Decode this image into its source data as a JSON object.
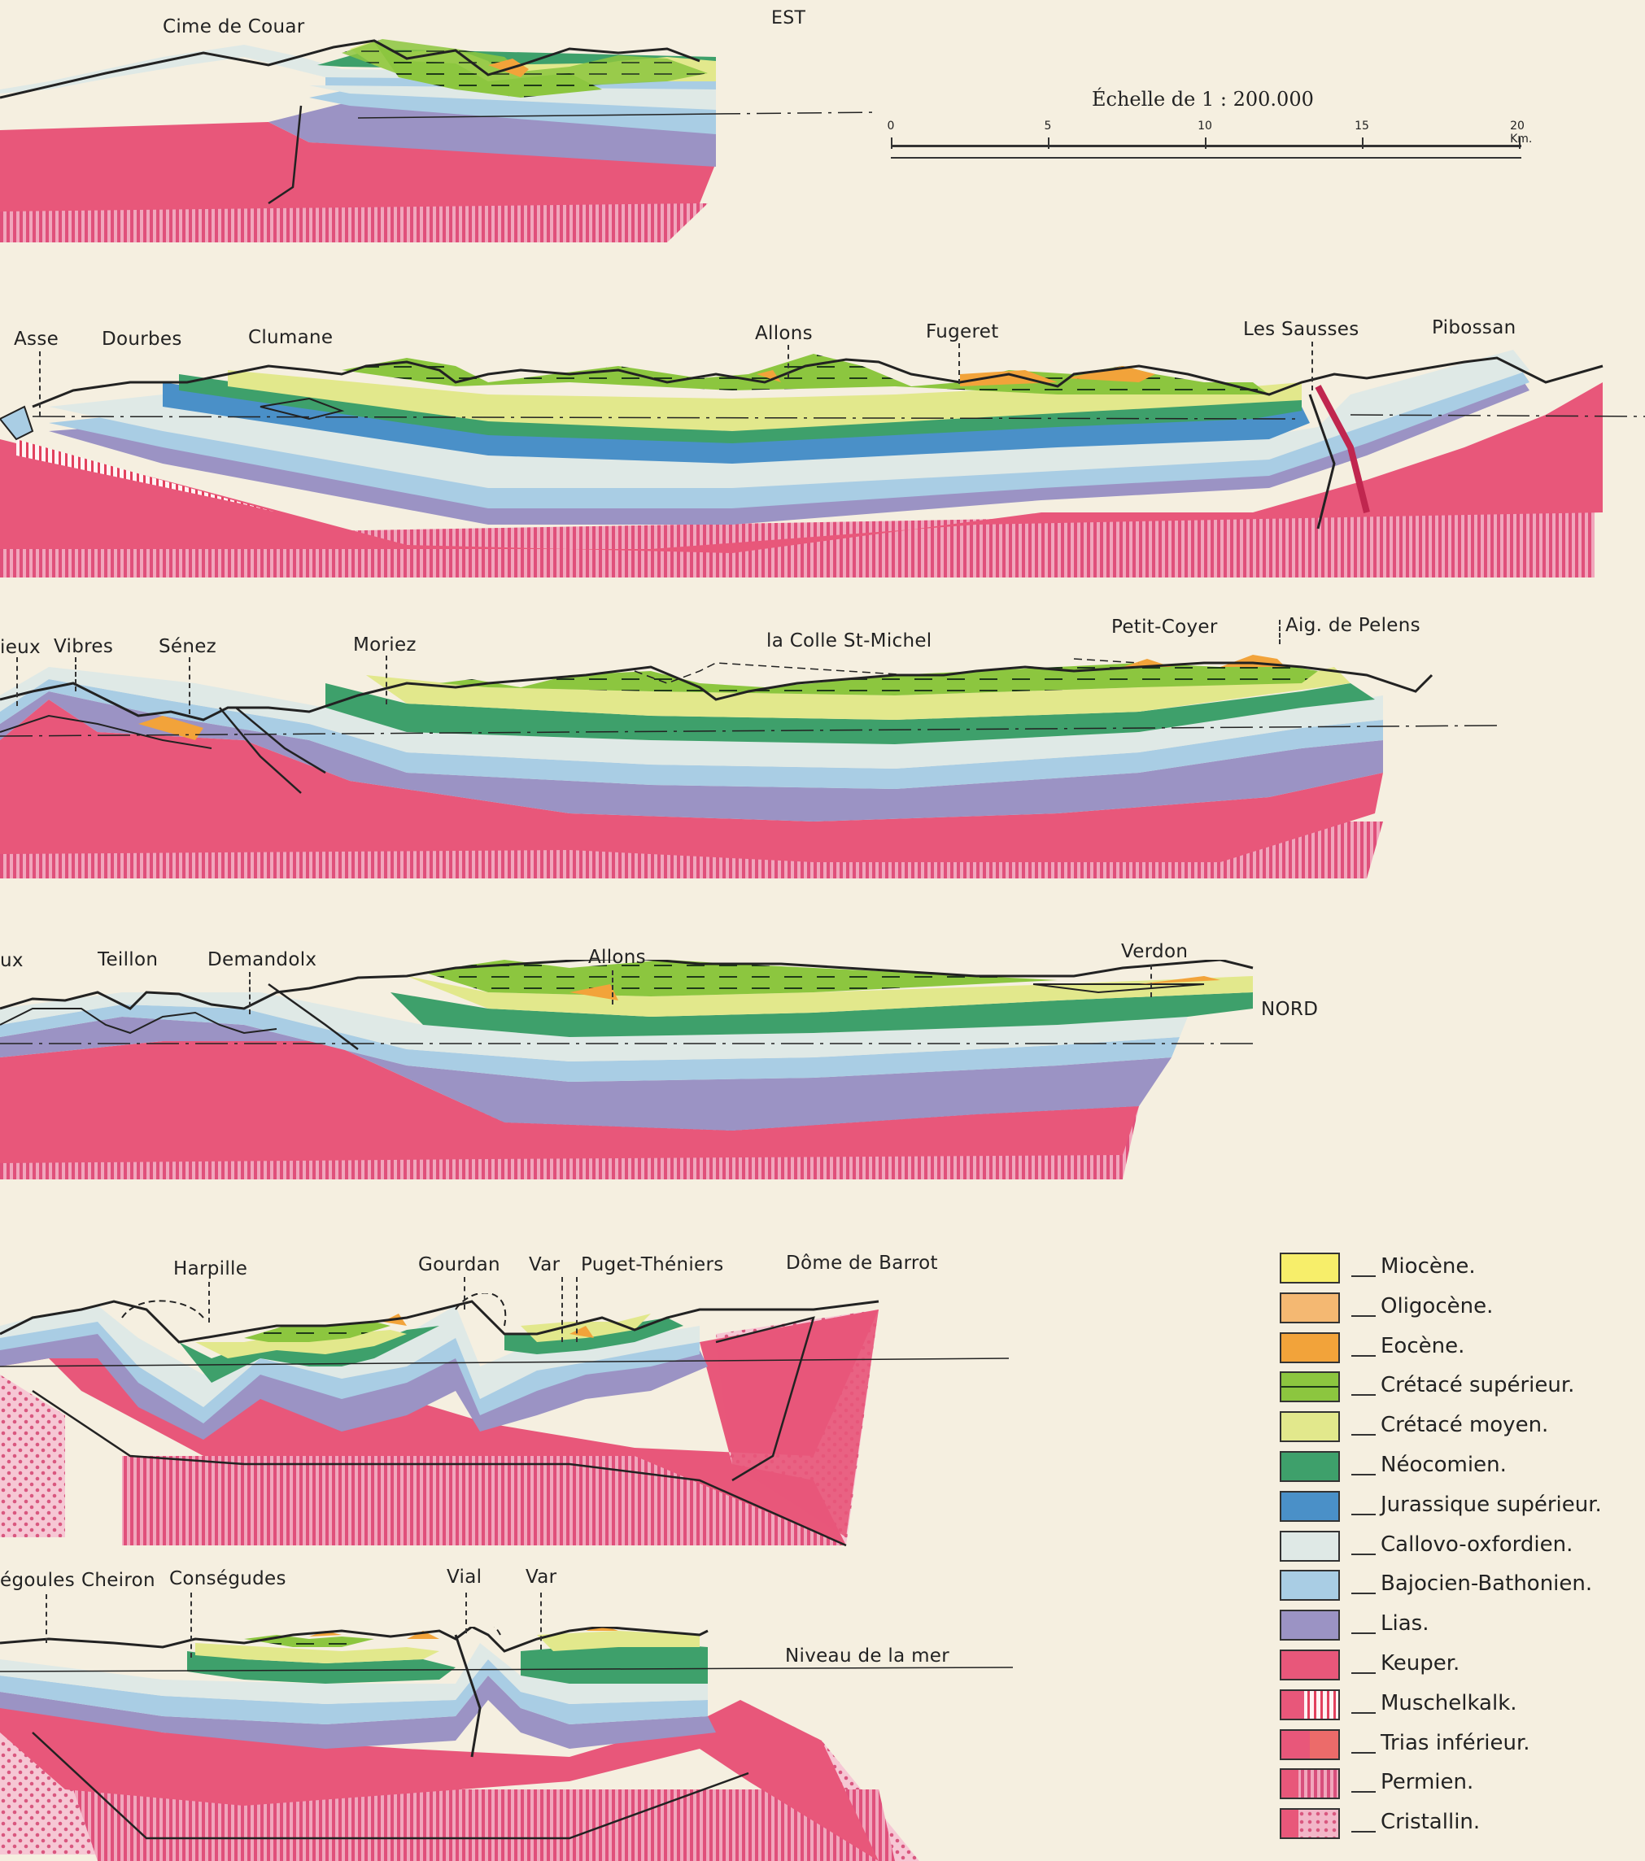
{
  "direction_label": "EST",
  "scale": {
    "title": "Échelle de 1 : 200.000",
    "ticks": [
      "0",
      "5",
      "10",
      "15",
      "20 Km."
    ]
  },
  "sections": [
    {
      "id": "s1",
      "places": [
        "Cime de Couar"
      ]
    },
    {
      "id": "s2",
      "places": [
        "Asse",
        "Dourbes",
        "Clumane",
        "Allons",
        "Fugeret",
        "Les Sausses",
        "Pibossan"
      ]
    },
    {
      "id": "s3",
      "places": [
        "ieux",
        "Vibres",
        "Sénez",
        "Moriez",
        "la Colle St-Michel",
        "Petit-Coyer",
        "Aig. de Pelens"
      ]
    },
    {
      "id": "s4",
      "places": [
        "ux",
        "Teillon",
        "Demandolx",
        "Allons",
        "Verdon"
      ],
      "direction": "NORD"
    },
    {
      "id": "s5",
      "places": [
        "Harpille",
        "Gourdan",
        "Var",
        "Puget-Théniers",
        "Dôme de Barrot"
      ]
    },
    {
      "id": "s6",
      "places": [
        "égoules",
        "Cheiron",
        "Conségudes",
        "Vial",
        "Var"
      ],
      "sea_level": "Niveau de la mer"
    }
  ],
  "legend": [
    {
      "label": "Miocène.",
      "color": "#f7ee6a"
    },
    {
      "label": "Oligocène.",
      "color": "#f4b872"
    },
    {
      "label": "Eocène.",
      "color": "#f2a33a"
    },
    {
      "label": "Crétacé supérieur.",
      "color": "#8cc63f"
    },
    {
      "label": "Crétacé moyen.",
      "color": "#e2e88c"
    },
    {
      "label": "Néocomien.",
      "color": "#3ea06b"
    },
    {
      "label": "Jurassique supérieur.",
      "color": "#4a90c8"
    },
    {
      "label": "Callovo-oxfordien.",
      "color": "#dfe9e6"
    },
    {
      "label": "Bajocien-Bathonien.",
      "color": "#a9cde4"
    },
    {
      "label": "Lias.",
      "color": "#9b93c4"
    },
    {
      "label": "Keuper.",
      "color": "#e8577a"
    },
    {
      "label": "Muschelkalk.",
      "color": "#f0a0b4"
    },
    {
      "label": "Trias inférieur.",
      "color": "#ec6b6a"
    },
    {
      "label": "Permien.",
      "color": "#d84f7c"
    },
    {
      "label": "Cristallin.",
      "color": "#f2b6c8"
    }
  ]
}
